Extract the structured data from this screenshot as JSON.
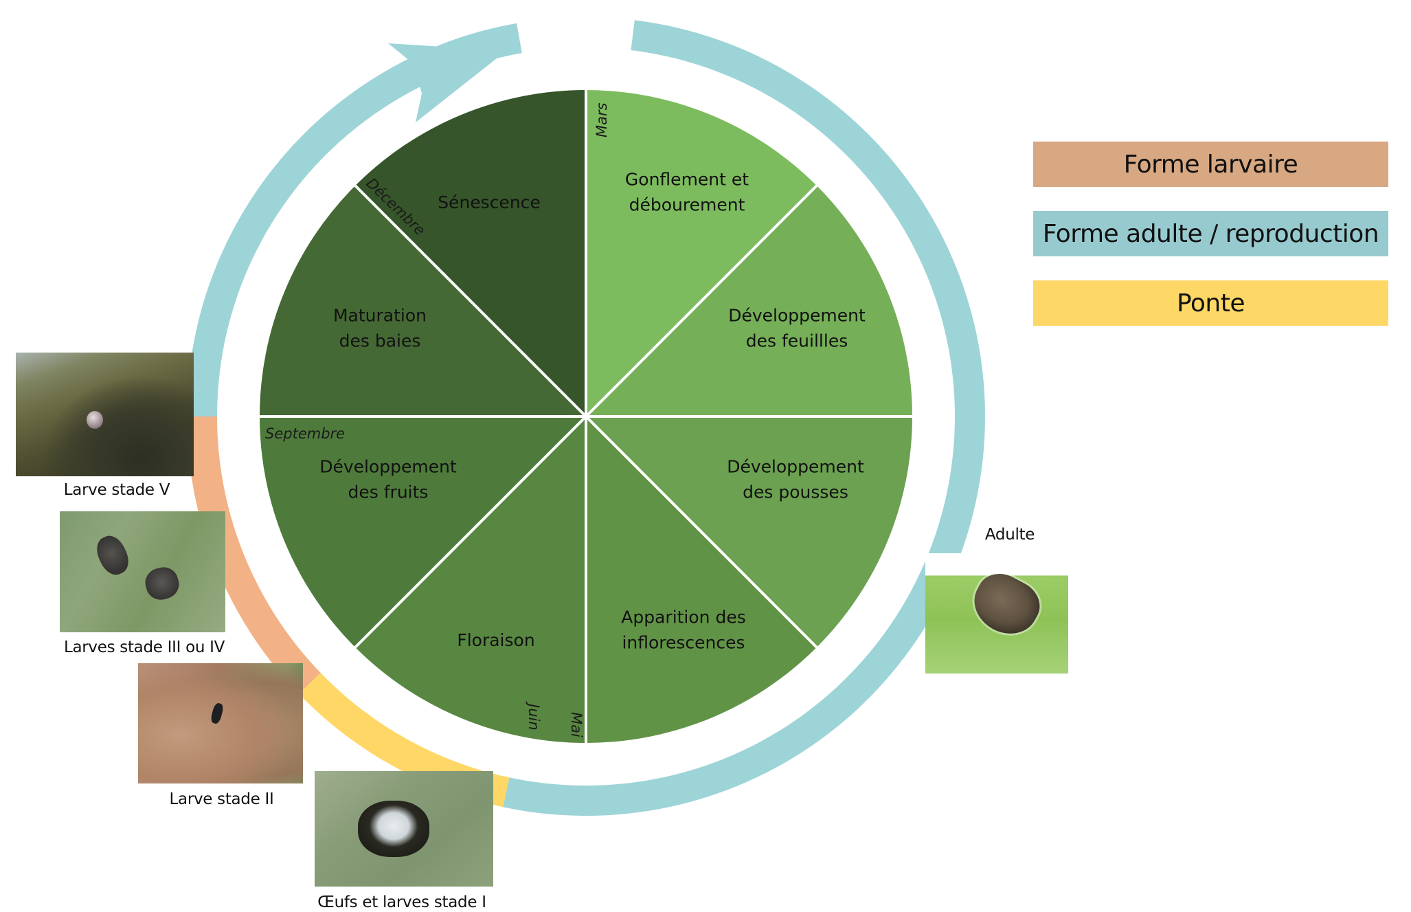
{
  "diagram": {
    "title": "Cycle phénologique et cycle de vie de la punaise",
    "wedges": [
      {
        "lines": [
          "Gonflement et",
          "débourement"
        ],
        "color": "#7DBC5E"
      },
      {
        "lines": [
          "Développement",
          "des feuillles"
        ],
        "color": "#75AF57"
      },
      {
        "lines": [
          "Développement",
          "des pousses"
        ],
        "color": "#6BA150"
      },
      {
        "lines": [
          "Apparition des",
          "inflorescences"
        ],
        "color": "#619347"
      },
      {
        "lines": [
          "Floraison"
        ],
        "color": "#588741"
      },
      {
        "lines": [
          "Développement",
          "des fruits"
        ],
        "color": "#4E7B3B"
      },
      {
        "lines": [
          "Maturation",
          "des baies"
        ],
        "color": "#456934"
      },
      {
        "lines": [
          "Sénescence"
        ],
        "color": "#36552A"
      }
    ],
    "months": {
      "mars": "Mars",
      "mai": "Mai",
      "juin": "Juin",
      "septembre": "Septembre",
      "decembre": "Décembre"
    },
    "ring_segments": [
      {
        "phase": "adult",
        "from_deg": 7,
        "to_deg": 192
      },
      {
        "phase": "laying",
        "from_deg": 192,
        "to_deg": 226
      },
      {
        "phase": "larval",
        "from_deg": 226,
        "to_deg": 270
      },
      {
        "phase": "adult-arrow",
        "from_deg": 270,
        "to_deg": 350
      }
    ]
  },
  "legend": {
    "items": [
      {
        "label": "Forme larvaire",
        "color": "#D8A882"
      },
      {
        "label": "Forme adulte / reproduction",
        "color": "#97CACE"
      },
      {
        "label": "Ponte",
        "color": "#FDD866"
      }
    ]
  },
  "colors": {
    "adult": "#9DD4D8",
    "larval": "#F2B286",
    "laying": "#FED766"
  },
  "photos": [
    {
      "caption": "Larve stade V",
      "subject": "larva-stage-5-on-branch"
    },
    {
      "caption": "Larves stade III ou IV",
      "subject": "larvae-stage-3-4-on-leaf"
    },
    {
      "caption": "Larve stade II",
      "subject": "larva-stage-2-on-kiwi"
    },
    {
      "caption": "Œufs et larves stade I",
      "subject": "eggs-and-larvae-stage-1"
    },
    {
      "caption": "Adulte",
      "subject": "adult-stink-bug-on-leaf"
    }
  ]
}
